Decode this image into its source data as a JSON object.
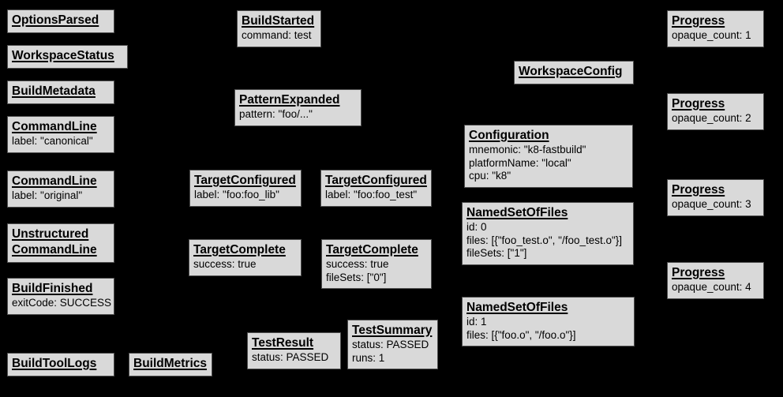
{
  "palette": {
    "background": "#000000",
    "box_fill": "#d9d9d9",
    "box_border": "#4f4f4f",
    "text": "#000000"
  },
  "boxes": [
    {
      "id": "options-parsed",
      "title": "OptionsParsed",
      "lines": []
    },
    {
      "id": "workspace-status",
      "title": "WorkspaceStatus",
      "lines": []
    },
    {
      "id": "build-metadata",
      "title": "BuildMetadata",
      "lines": []
    },
    {
      "id": "command-line-canonical",
      "title": "CommandLine",
      "lines": [
        "label: \"canonical\""
      ]
    },
    {
      "id": "command-line-original",
      "title": "CommandLine",
      "lines": [
        "label: \"original\""
      ]
    },
    {
      "id": "unstructured-command-line",
      "title": "Unstructured\nCommandLine",
      "lines": []
    },
    {
      "id": "build-finished",
      "title": "BuildFinished",
      "lines": [
        "exitCode: SUCCESS"
      ]
    },
    {
      "id": "build-tool-logs",
      "title": "BuildToolLogs",
      "lines": []
    },
    {
      "id": "build-metrics",
      "title": "BuildMetrics",
      "lines": []
    },
    {
      "id": "build-started",
      "title": "BuildStarted",
      "lines": [
        "command: test"
      ]
    },
    {
      "id": "pattern-expanded",
      "title": "PatternExpanded",
      "lines": [
        "pattern: \"foo/...\""
      ]
    },
    {
      "id": "target-configured-foo-lib",
      "title": "TargetConfigured",
      "lines": [
        "label: \"foo:foo_lib\""
      ]
    },
    {
      "id": "target-configured-foo-test",
      "title": "TargetConfigured",
      "lines": [
        "label: \"foo:foo_test\""
      ]
    },
    {
      "id": "target-complete-foo-lib",
      "title": "TargetComplete",
      "lines": [
        "success: true"
      ]
    },
    {
      "id": "target-complete-foo-test",
      "title": "TargetComplete",
      "lines": [
        "success: true",
        "fileSets: [\"0\"]"
      ]
    },
    {
      "id": "test-result",
      "title": "TestResult",
      "lines": [
        "status: PASSED"
      ]
    },
    {
      "id": "test-summary",
      "title": "TestSummary",
      "lines": [
        "status: PASSED",
        "runs: 1"
      ]
    },
    {
      "id": "workspace-config",
      "title": "WorkspaceConfig",
      "lines": []
    },
    {
      "id": "configuration",
      "title": "Configuration",
      "lines": [
        "mnemonic: \"k8-fastbuild\"",
        "platformName: \"local\"",
        "cpu: \"k8\""
      ]
    },
    {
      "id": "named-set-of-files-0",
      "title": "NamedSetOfFiles",
      "lines": [
        "id: 0",
        "files: [{\"foo_test.o\", \"/foo_test.o\"}]",
        "fileSets: [\"1\"]"
      ]
    },
    {
      "id": "named-set-of-files-1",
      "title": "NamedSetOfFiles",
      "lines": [
        "id: 1",
        "files: [{\"foo.o\", \"/foo.o\"}]"
      ]
    },
    {
      "id": "progress-1",
      "title": "Progress",
      "lines": [
        "opaque_count: 1"
      ]
    },
    {
      "id": "progress-2",
      "title": "Progress",
      "lines": [
        "opaque_count: 2"
      ]
    },
    {
      "id": "progress-3",
      "title": "Progress",
      "lines": [
        "opaque_count: 3"
      ]
    },
    {
      "id": "progress-4",
      "title": "Progress",
      "lines": [
        "opaque_count: 4"
      ]
    }
  ]
}
